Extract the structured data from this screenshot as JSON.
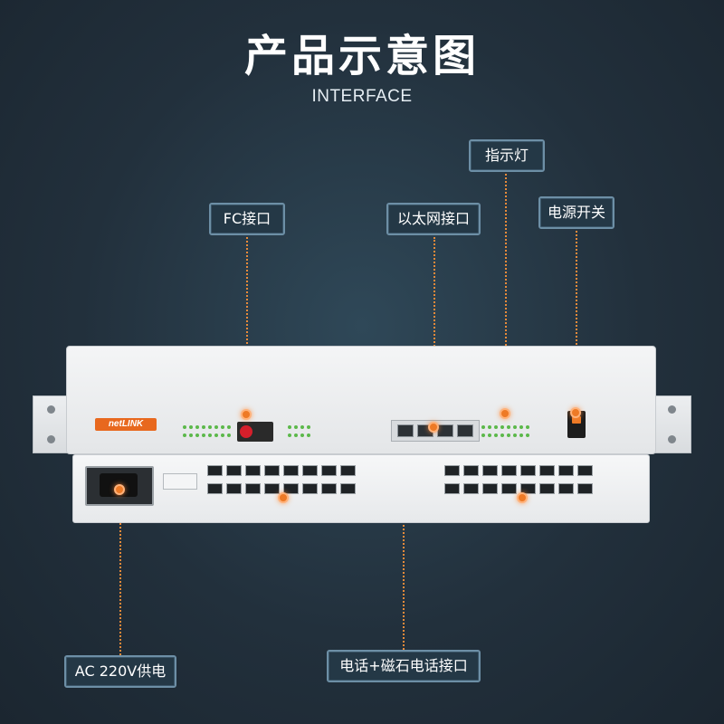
{
  "header": {
    "title": "产品示意图",
    "subtitle": "INTERFACE"
  },
  "callouts": {
    "fc_port": "FC接口",
    "ethernet_port": "以太网接口",
    "indicator": "指示灯",
    "power_switch": "电源开关",
    "ac_power": "AC 220V供电",
    "phone_port": "电话+磁石电话接口"
  },
  "colors": {
    "background": "#22303c",
    "accent": "#ee7a26",
    "callout_border": "#6d8fa6",
    "device": "#eceef0"
  }
}
